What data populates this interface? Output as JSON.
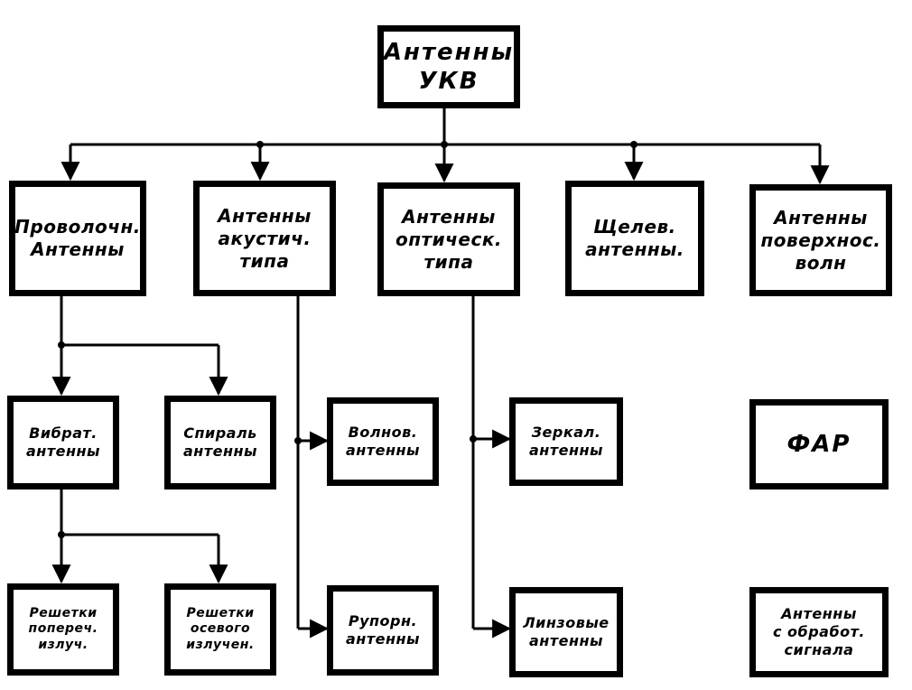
{
  "boxes": {
    "root": [
      "Антенны",
      "УКВ"
    ],
    "wire": [
      "Проволочн.",
      "Антенны"
    ],
    "acoustic": [
      "Антенны",
      "акустич.",
      "типа"
    ],
    "optical": [
      "Антенны",
      "оптическ.",
      "типа"
    ],
    "slot": [
      "Щелев.",
      "антенны."
    ],
    "surface": [
      "Антенны",
      "поверхнос.",
      "волн"
    ],
    "vibrator": [
      "Вибрат.",
      "антенны"
    ],
    "spiral": [
      "Спираль",
      "антенны"
    ],
    "wave": [
      "Волнов.",
      "антенны"
    ],
    "mirror": [
      "Зеркал.",
      "антенны"
    ],
    "far": [
      "ФАР"
    ],
    "array_transverse": [
      "Решетки",
      "попереч.",
      "излуч."
    ],
    "array_axial": [
      "Решетки",
      "осевого",
      "излучен."
    ],
    "horn": [
      "Рупорн.",
      "антенны"
    ],
    "lens": [
      "Линзовые",
      "антенны"
    ],
    "signal_processing": [
      "Антенны",
      "с обработ.",
      "сигнала"
    ]
  }
}
